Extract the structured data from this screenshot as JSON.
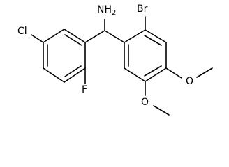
{
  "structure": {
    "atoms": {
      "amine": "NH",
      "amine_sub": "2",
      "bromine": "Br",
      "chlorine": "Cl",
      "fluorine": "F",
      "oxygen_top": "O",
      "oxygen_bottom": "O"
    }
  }
}
